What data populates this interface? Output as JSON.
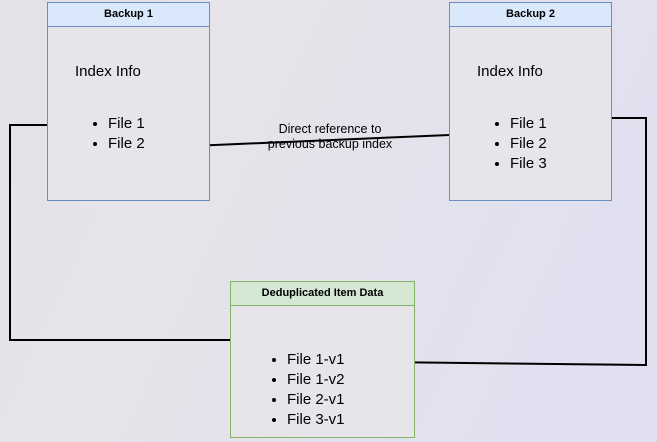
{
  "diagram": {
    "title_semantic": "backup-deduplication-diagram",
    "colors": {
      "blue_fill": "#dae8fc",
      "blue_stroke": "#6c8ebf",
      "green_fill": "#d5e8d4",
      "green_stroke": "#82b366",
      "body_fill": "#e7e5e9",
      "edge_stroke": "#000000",
      "background_start": "#e4e2e6",
      "background_end": "#dfdff1"
    },
    "nodes": {
      "backup1": {
        "title": "Backup 1",
        "heading": "Index Info",
        "files": [
          "File 1",
          "File 2"
        ]
      },
      "backup2": {
        "title": "Backup 2",
        "heading": "Index Info",
        "files": [
          "File 1",
          "File 2",
          "File 3"
        ]
      },
      "dedup": {
        "title": "Deduplicated Item Data",
        "files": [
          "File 1-v1",
          "File 1-v2",
          "File 2-v1",
          "File 3-v1"
        ]
      }
    },
    "edges": {
      "direct_reference_label": "Direct reference to\nprevious backup index"
    }
  }
}
